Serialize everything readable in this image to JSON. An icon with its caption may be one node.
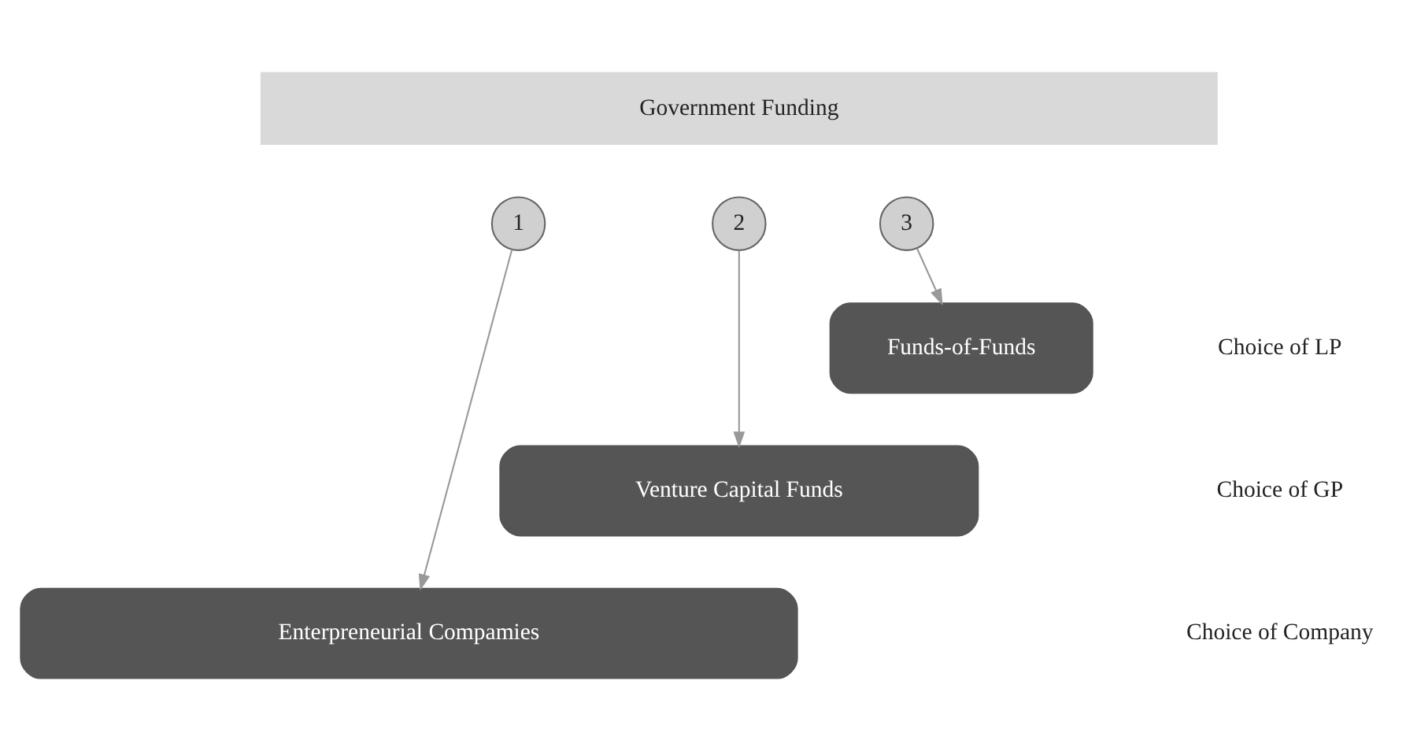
{
  "diagram": {
    "nodes": [
      {
        "text": [
          "Government Funding"
        ]
      },
      {
        "text": [
          "1"
        ]
      },
      {
        "text": [
          "2"
        ]
      },
      {
        "text": [
          "3"
        ]
      },
      {
        "text": [
          "Funds-of-Funds"
        ]
      },
      {
        "text": [
          "Venture Capital Funds"
        ]
      },
      {
        "text": [
          "Enterpreneurial Compamies"
        ]
      }
    ],
    "edges": [
      {
        "from": 3,
        "to": 4,
        "arrow": "to"
      },
      {
        "from": 2,
        "to": 5,
        "arrow": "to"
      },
      {
        "from": 1,
        "to": 6,
        "arrow": "to"
      }
    ],
    "labels": [
      "Choice of LP",
      "Choice of GP",
      "Choice of Company"
    ]
  }
}
